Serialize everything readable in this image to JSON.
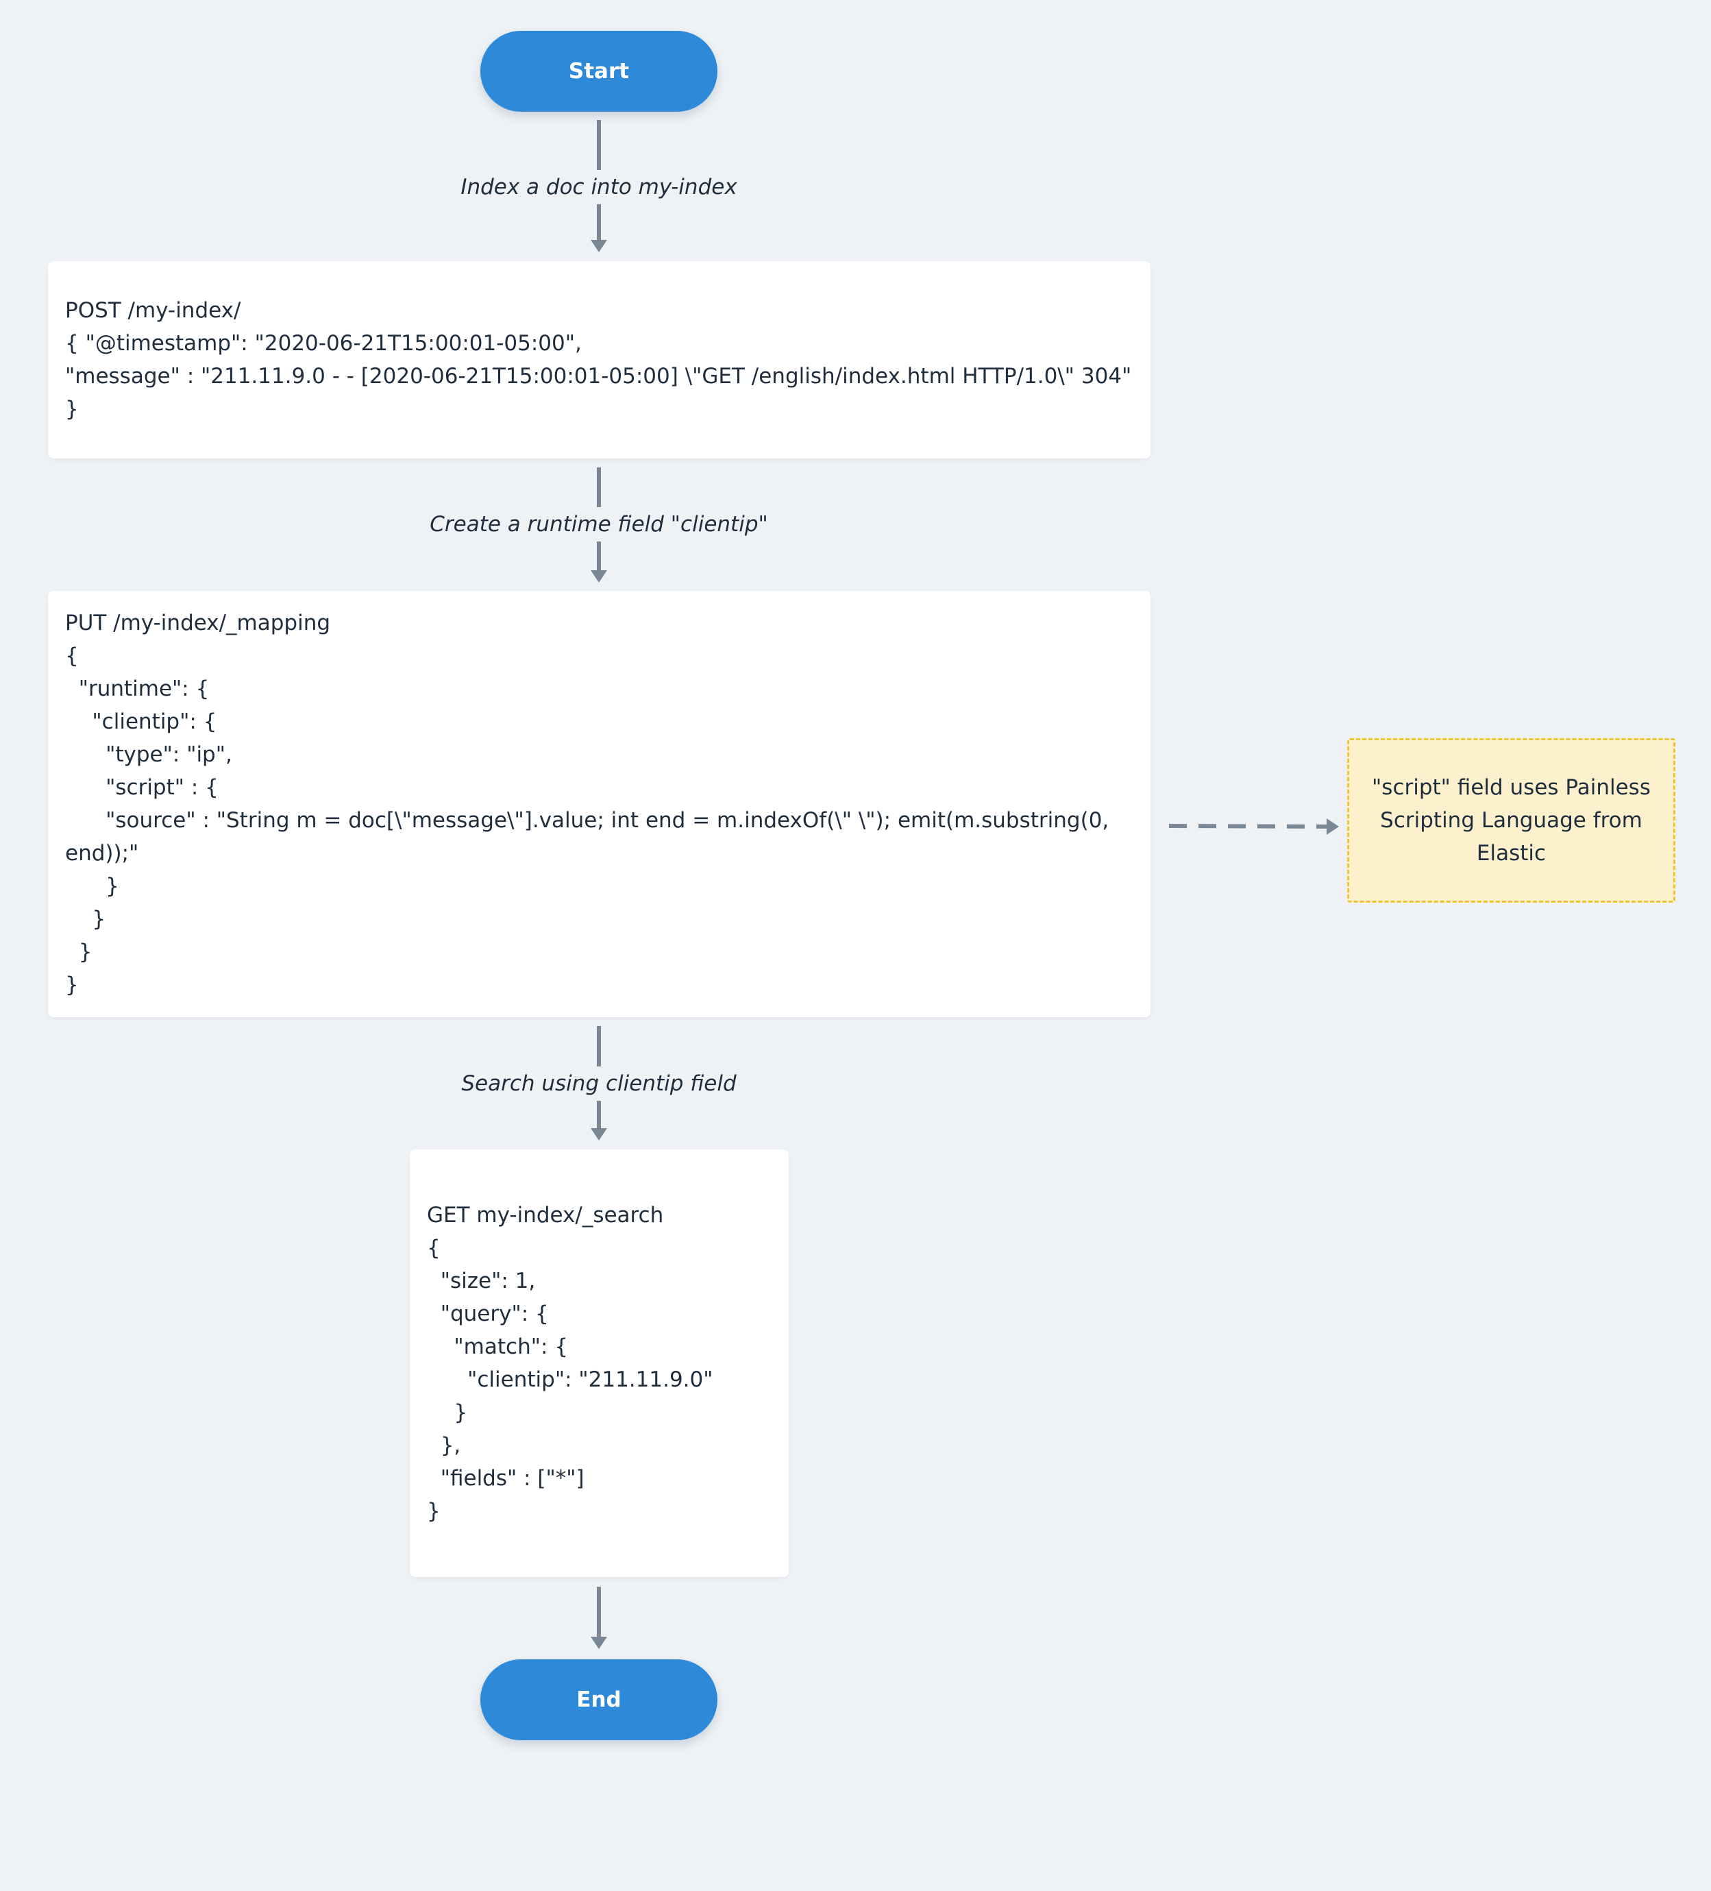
{
  "nodes": {
    "start": "Start",
    "end": "End"
  },
  "edges": {
    "index_doc": "Index a doc into my-index",
    "create_runtime_field": "Create a runtime field \"clientip\"",
    "search_clientip": "Search using clientip field"
  },
  "post_box": {
    "lines": [
      "POST /my-index/",
      "{ \"@timestamp\": \"2020-06-21T15:00:01-05:00\",",
      "\"message\" : \"211.11.9.0 - - [2020-06-21T15:00:01-05:00] \\\"GET /english/index.html HTTP/1.0\\\" 304\"",
      "}"
    ]
  },
  "put_box": {
    "lines": [
      "PUT /my-index/_mapping",
      "{",
      "  \"runtime\": {",
      "    \"clientip\": {",
      "      \"type\": \"ip\",",
      "      \"script\" : {",
      "      \"source\" : \"String m = doc[\\\"message\\\"].value; int end = m.indexOf(\\\" \\\"); emit(m.substring(0,",
      "end));\"",
      "      }",
      "    }",
      "  }",
      "}"
    ]
  },
  "get_box": {
    "lines": [
      "GET my-index/_search",
      "{",
      "  \"size\": 1,",
      "  \"query\": {",
      "    \"match\": {",
      "      \"clientip\": \"211.11.9.0\"",
      "    }",
      "  },",
      "  \"fields\" : [\"*\"]",
      "}"
    ]
  },
  "note": {
    "lines": [
      "\"script\" field uses Painless",
      "Scripting Language from",
      "Elastic"
    ]
  },
  "colors": {
    "background": "#eff2f5",
    "terminal": "#2f89d9",
    "connector": "#7a8896",
    "note_fill": "#fdf1cd",
    "note_border": "#f0c335"
  }
}
